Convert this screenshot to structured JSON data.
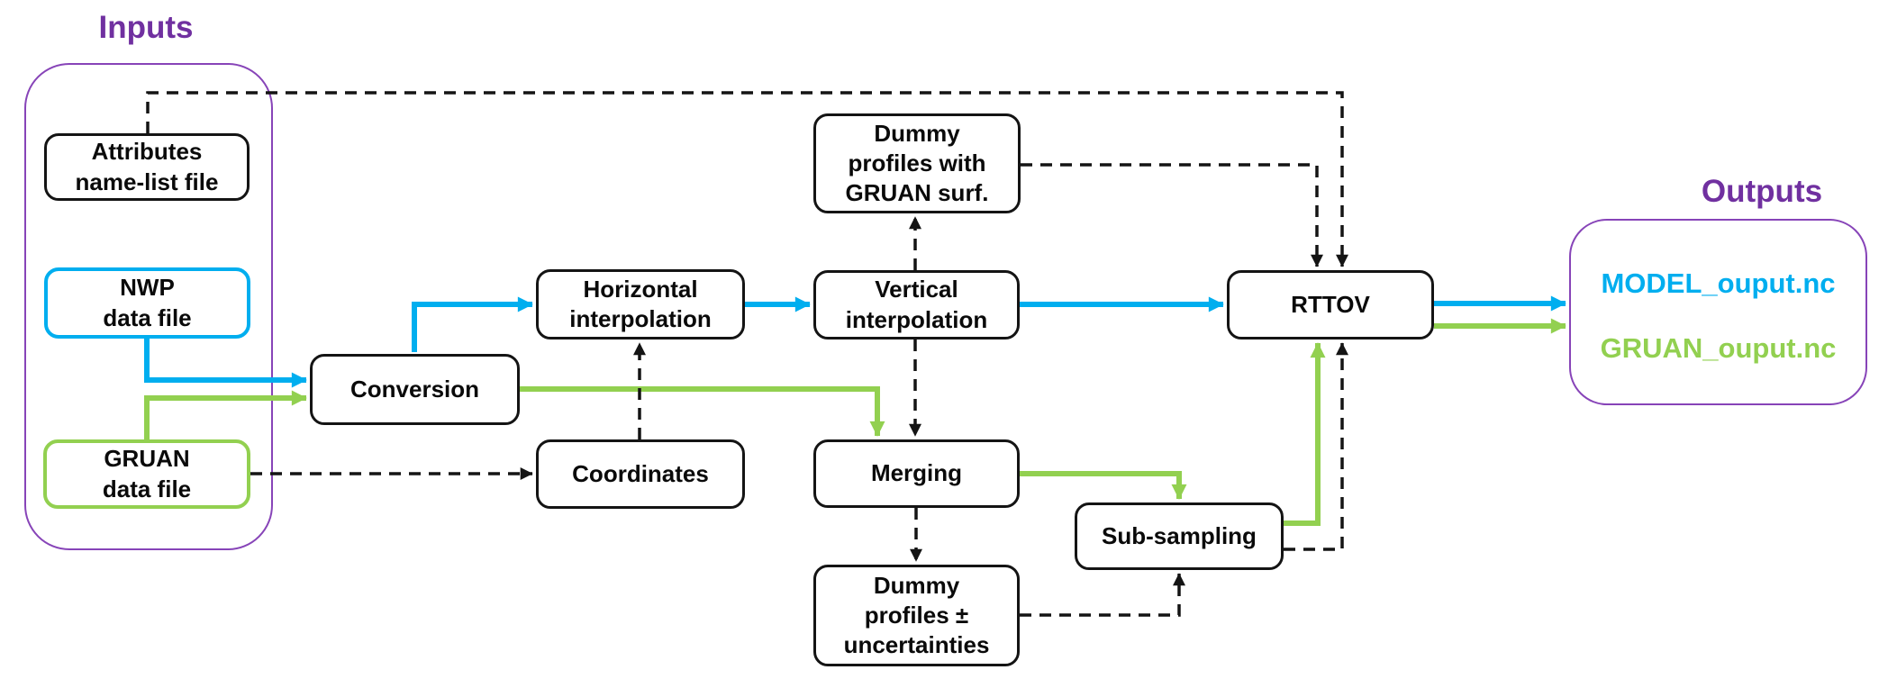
{
  "titles": {
    "inputs": "Inputs",
    "outputs": "Outputs"
  },
  "colors": {
    "flow_blue": "#00AEEF",
    "flow_green": "#92D050",
    "section_purple": "#7030A0",
    "container_border_purple": "#8744B8",
    "line_black": "#141414"
  },
  "nodes": {
    "attributes": {
      "label": "Attributes\nname-list file"
    },
    "nwp": {
      "label": "NWP\ndata file"
    },
    "gruan": {
      "label": "GRUAN\ndata file"
    },
    "conversion": {
      "label": "Conversion"
    },
    "horizontal": {
      "label": "Horizontal\ninterpolation"
    },
    "coordinates": {
      "label": "Coordinates"
    },
    "dummy_surf": {
      "label": "Dummy\nprofiles with\nGRUAN surf."
    },
    "vertical": {
      "label": "Vertical\ninterpolation"
    },
    "merging": {
      "label": "Merging"
    },
    "dummy_unc": {
      "label": "Dummy\nprofiles ±\nuncertainties"
    },
    "subsampling": {
      "label": "Sub-sampling"
    },
    "rttov": {
      "label": "RTTOV"
    }
  },
  "outputs": {
    "model": "MODEL_ouput.nc",
    "gruan": "GRUAN_ouput.nc"
  },
  "edges": [
    {
      "from": "nwp-data-file",
      "to": "conversion",
      "style": "solid-blue"
    },
    {
      "from": "conversion",
      "to": "horizontal-interpolation",
      "style": "solid-blue"
    },
    {
      "from": "horizontal-interpolation",
      "to": "vertical-interpolation",
      "style": "solid-blue"
    },
    {
      "from": "vertical-interpolation",
      "to": "rttov",
      "style": "solid-blue"
    },
    {
      "from": "rttov",
      "to": "model-output-file",
      "style": "solid-blue"
    },
    {
      "from": "gruan-data-file",
      "to": "conversion",
      "style": "solid-green"
    },
    {
      "from": "conversion",
      "to": "merging",
      "style": "solid-green"
    },
    {
      "from": "merging",
      "to": "sub-sampling",
      "style": "solid-green"
    },
    {
      "from": "sub-sampling",
      "to": "rttov",
      "style": "solid-green"
    },
    {
      "from": "rttov",
      "to": "gruan-output-file",
      "style": "solid-green"
    },
    {
      "from": "attributes-name-list-file",
      "to": "rttov",
      "style": "dashed"
    },
    {
      "from": "gruan-data-file",
      "to": "coordinates",
      "style": "dashed"
    },
    {
      "from": "coordinates",
      "to": "horizontal-interpolation",
      "style": "dashed"
    },
    {
      "from": "vertical-interpolation",
      "to": "dummy-profiles-gruan-surf",
      "style": "dashed"
    },
    {
      "from": "vertical-interpolation",
      "to": "merging",
      "style": "dashed"
    },
    {
      "from": "dummy-profiles-gruan-surf",
      "to": "rttov",
      "style": "dashed"
    },
    {
      "from": "merging",
      "to": "dummy-profiles-uncertainties",
      "style": "dashed"
    },
    {
      "from": "dummy-profiles-uncertainties",
      "to": "sub-sampling",
      "style": "dashed"
    },
    {
      "from": "sub-sampling",
      "to": "rttov",
      "style": "dashed"
    }
  ]
}
